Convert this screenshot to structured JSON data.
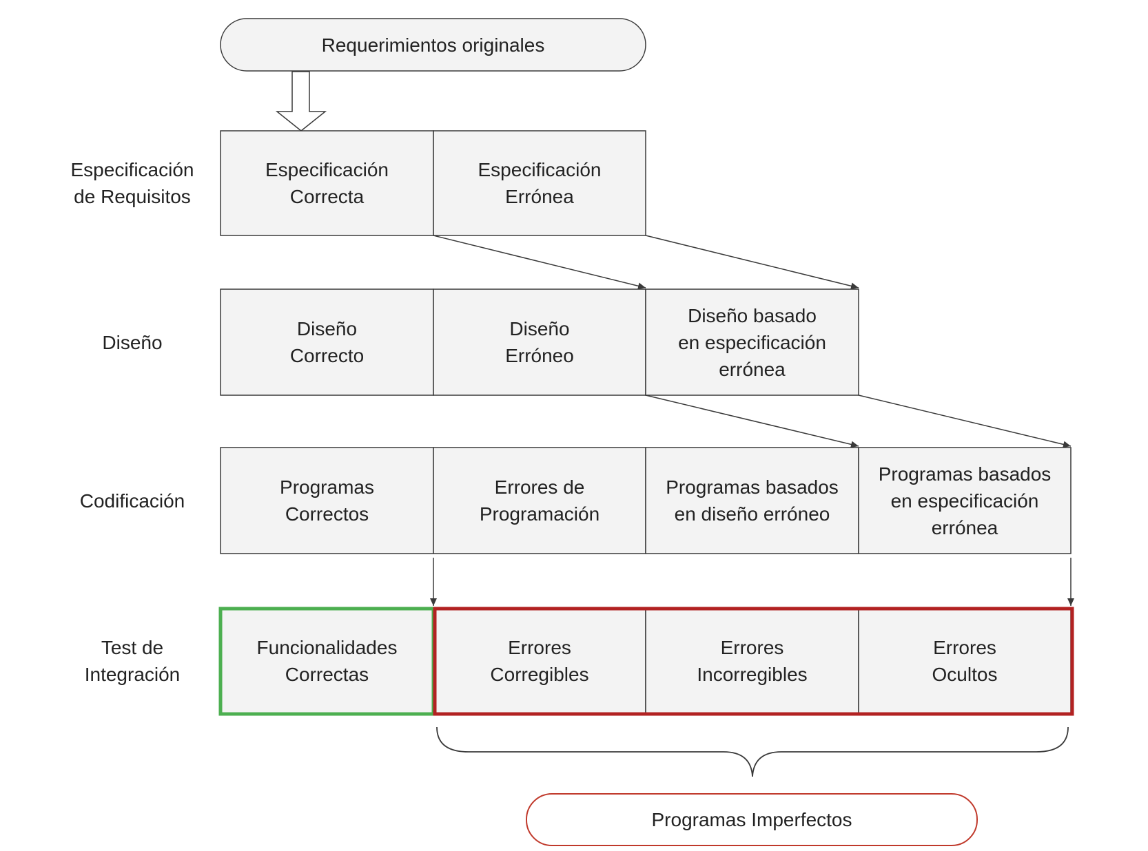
{
  "top_node": {
    "label": "Requerimientos originales"
  },
  "bottom_node": {
    "label": "Programas Imperfectos"
  },
  "rows": [
    {
      "label": [
        "Especificación",
        "de Requisitos"
      ],
      "cells": [
        [
          "Especificación",
          "Correcta"
        ],
        [
          "Especificación",
          "Errónea"
        ]
      ]
    },
    {
      "label": [
        "Diseño"
      ],
      "cells": [
        [
          "Diseño",
          "Correcto"
        ],
        [
          "Diseño",
          "Erróneo"
        ],
        [
          "Diseño basado",
          "en especificación",
          "errónea"
        ]
      ]
    },
    {
      "label": [
        "Codificación"
      ],
      "cells": [
        [
          "Programas",
          "Correctos"
        ],
        [
          "Errores de",
          "Programación"
        ],
        [
          "Programas basados",
          "en diseño erróneo"
        ],
        [
          "Programas basados",
          "en especificación",
          "errónea"
        ]
      ]
    },
    {
      "label": [
        "Test de",
        "Integración"
      ],
      "cells": [
        [
          "Funcionalidades",
          "Correctas"
        ],
        [
          "Errores",
          "Corregibles"
        ],
        [
          "Errores",
          "Incorregibles"
        ],
        [
          "Errores",
          "Ocultos"
        ]
      ]
    }
  ],
  "colors": {
    "cell_fill": "#f3f3f3",
    "stroke": "#3a3a3a",
    "correct_outline": "#4caf50",
    "imperfect_outline": "#b22222",
    "imperfect_terminal_border": "#c0392b"
  }
}
